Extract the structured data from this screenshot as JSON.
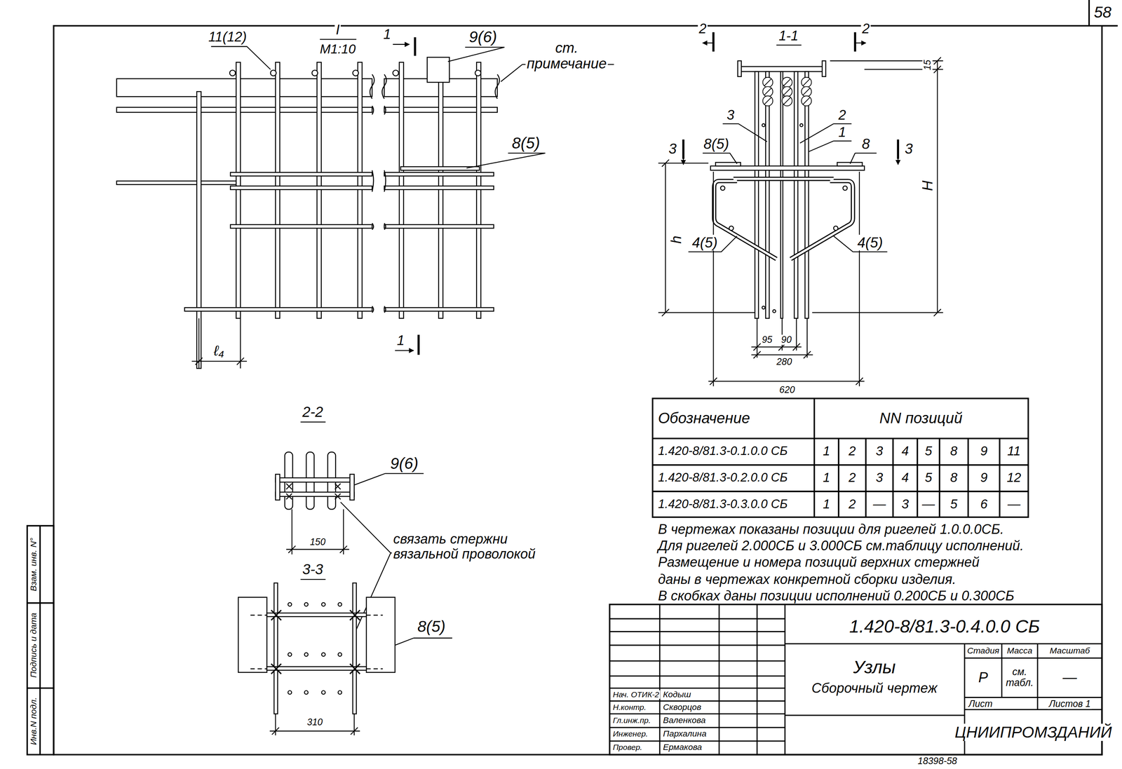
{
  "diagram": {
    "labels": [
      "58",
      "11(12)",
      "I",
      "М1:10",
      "1",
      "9(6)",
      "ст. примечание",
      "8(5)",
      "ℓ₄",
      "1",
      "2",
      "1-1",
      "2",
      "15",
      "3",
      "2",
      "1",
      "3",
      "8(5)",
      "8",
      "3",
      "H",
      "h",
      "4(5)",
      "4(5)",
      "95",
      "90",
      "280",
      "620",
      "2-2",
      "9(6)",
      "150",
      "связать стержни вязальной проволокой",
      "3-3",
      "8(5)",
      "310",
      "Обозначение",
      "NN позиций",
      "1.420-8/81.3-0.1.0.0 СБ",
      "1",
      "2",
      "3",
      "4",
      "5",
      "8",
      "9",
      "11",
      "1.420-8/81.3-0.2.0.0 СБ",
      "1",
      "2",
      "3",
      "4",
      "5",
      "8",
      "9",
      "12",
      "1.420-8/81.3-0.3.0.0 СБ",
      "1",
      "2",
      "—",
      "3",
      "—",
      "5",
      "6",
      "—",
      "В чертежах показаны позиции для ригелей 1.0.0.0СБ.",
      "Для ригелей 2.000СБ и 3.000СБ см.таблицу исполнений.",
      "Размещение и номера позиций верхних стержней",
      "даны в чертежах конкретной сборки изделия.",
      "В скобках даны позиции исполнений 0.200СБ и 0.300СБ",
      "1.420-8/81.3-0.4.0.0 СБ",
      "Узлы",
      "Сборочный чертеж",
      "Стадия",
      "Масса",
      "Масштаб",
      "Р",
      "см. табл.",
      "—",
      "Лист",
      "Листов 1",
      "ЦНИИПРОМЗДАНИЙ",
      "Нач. ОТИК-2",
      "Кодыш",
      "Н.контр.",
      "Скворцов",
      "Гл.инж.пр.",
      "Валенкова",
      "Инженер.",
      "Пархалина",
      "Провер.",
      "Ермакова",
      "Инв.N подл.",
      "Подпись и дата",
      "Взам. инв. N°",
      "18398-58"
    ]
  }
}
